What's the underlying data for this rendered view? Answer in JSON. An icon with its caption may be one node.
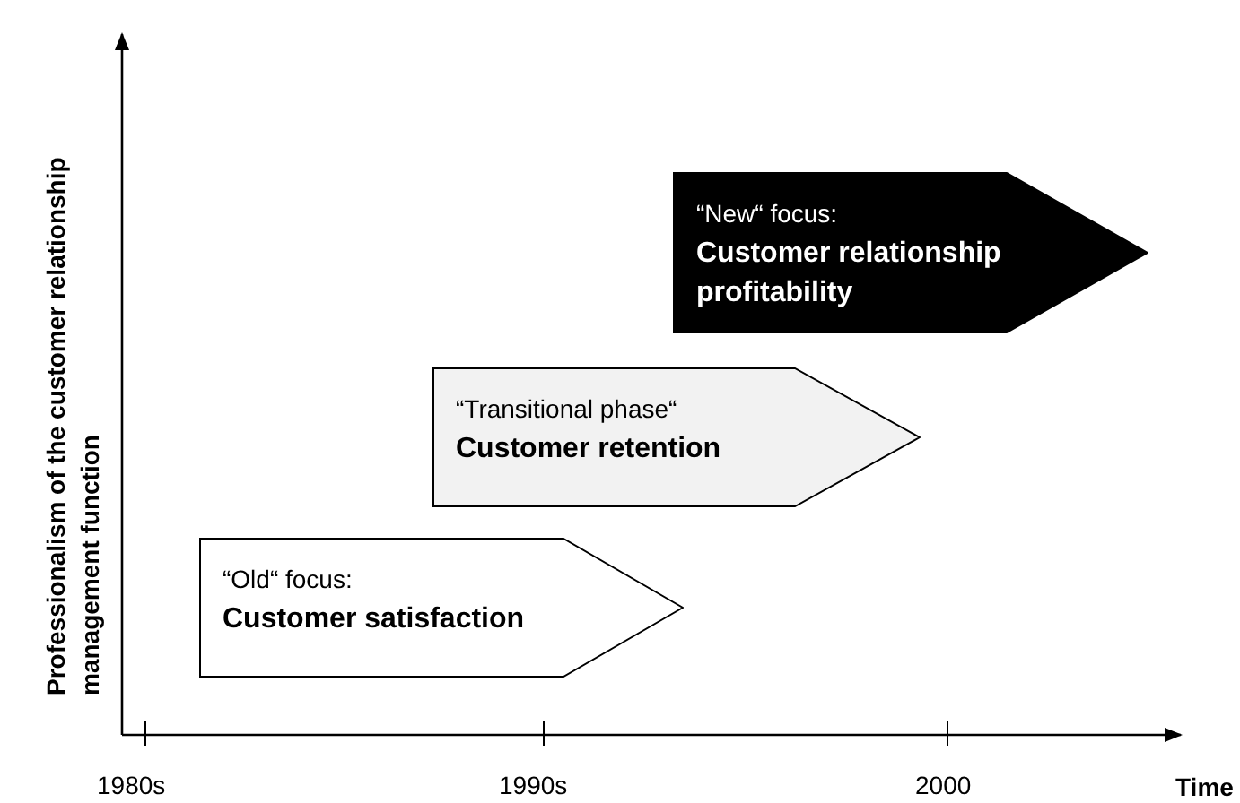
{
  "diagram": {
    "nodes": [
      {
        "text": [
          "“Old“ focus:",
          "Customer satisfaction"
        ]
      },
      {
        "text": [
          "“Transitional phase“",
          "Customer retention"
        ]
      },
      {
        "text": [
          "“New“ focus:",
          "Customer relationship profitability"
        ]
      }
    ],
    "labels": [
      "Professionalism  of the customer relationship management function",
      "1980s",
      "1990s",
      "2000",
      "Time"
    ]
  }
}
